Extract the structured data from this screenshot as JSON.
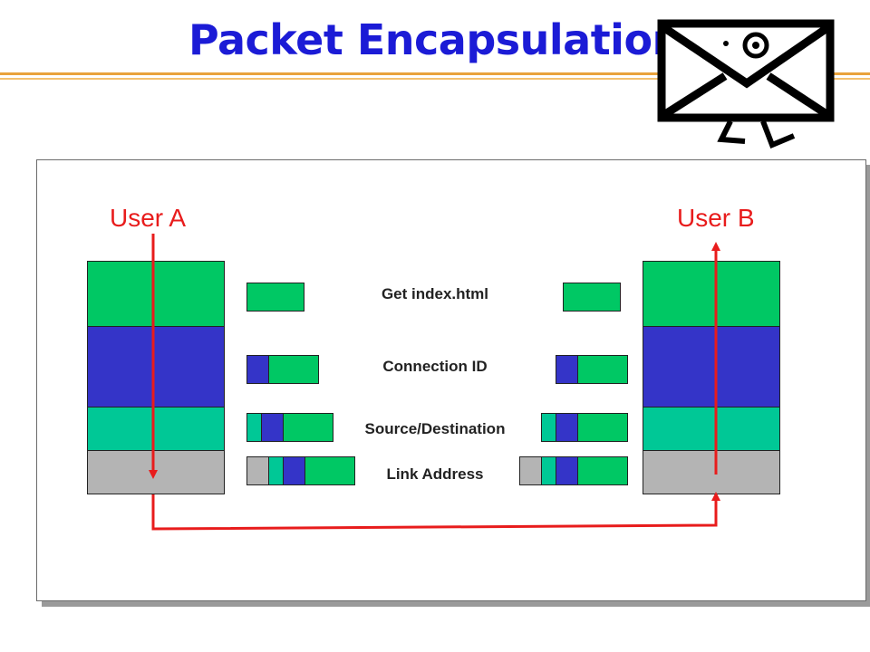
{
  "slide": {
    "title": "Packet Encapsulation",
    "envelope_icon": "envelope-with-eye-icon"
  },
  "users": {
    "a_label": "User A",
    "b_label": "User B"
  },
  "layers": [
    {
      "key": "app",
      "label": "Get index.html",
      "color": "#00c864"
    },
    {
      "key": "transport",
      "label": "Connection ID",
      "color": "#3434c8"
    },
    {
      "key": "network",
      "label": "Source/Destination",
      "color": "#00c896"
    },
    {
      "key": "link",
      "label": "Link Address",
      "color": "#b4b4b4"
    }
  ],
  "colors": {
    "title": "#1b1bd6",
    "user_label": "#e81c1c",
    "flow_arrow": "#e81c1c",
    "rule": "#e9a23b"
  }
}
